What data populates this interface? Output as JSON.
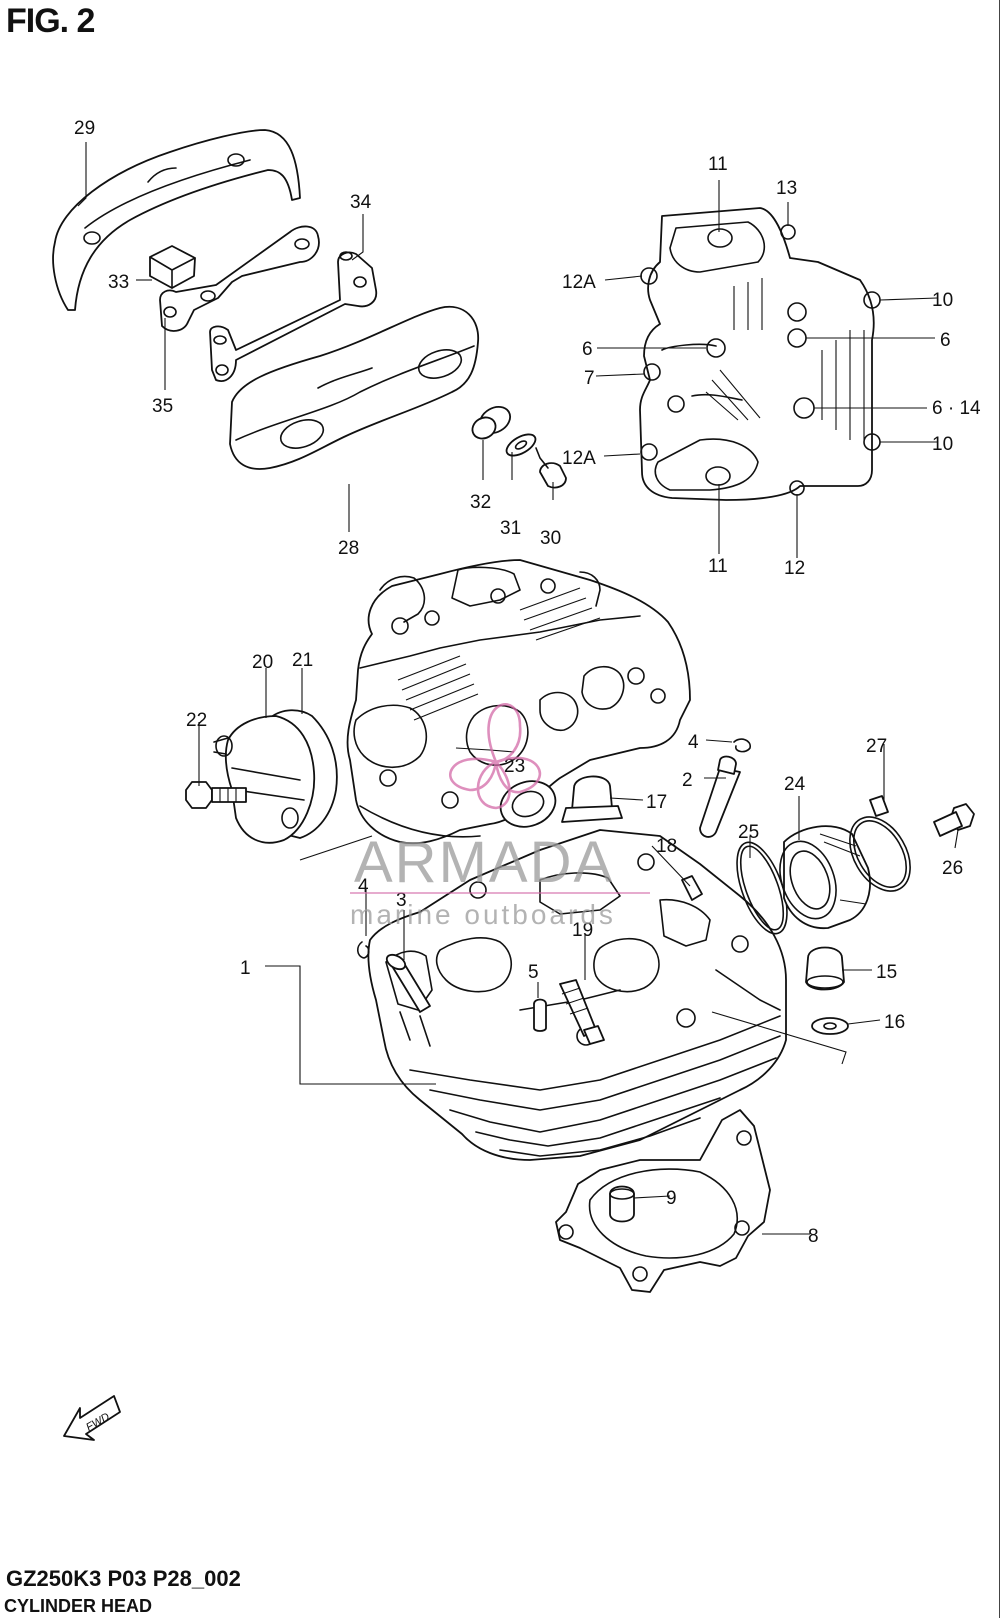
{
  "header": {
    "figure_label": "FIG. 2"
  },
  "footer": {
    "model_code": "GZ250K3 P03 P28_002",
    "assembly_name": "CYLINDER HEAD"
  },
  "watermark": {
    "brand": "ARMADA",
    "tagline": "marine outboards",
    "accent_color": "#d36aa8"
  },
  "fwd_arrow": {
    "label": "FWD"
  },
  "callouts": [
    {
      "id": "c29",
      "label": "29"
    },
    {
      "id": "c34",
      "label": "34"
    },
    {
      "id": "c33",
      "label": "33"
    },
    {
      "id": "c35",
      "label": "35"
    },
    {
      "id": "c28",
      "label": "28"
    },
    {
      "id": "c32",
      "label": "32"
    },
    {
      "id": "c31",
      "label": "31"
    },
    {
      "id": "c30",
      "label": "30"
    },
    {
      "id": "c11a",
      "label": "11"
    },
    {
      "id": "c13",
      "label": "13"
    },
    {
      "id": "c12Aa",
      "label": "12A"
    },
    {
      "id": "c10a",
      "label": "10"
    },
    {
      "id": "c6a",
      "label": "6"
    },
    {
      "id": "c6b",
      "label": "6"
    },
    {
      "id": "c7",
      "label": "7"
    },
    {
      "id": "c6c",
      "label": "6 · 14"
    },
    {
      "id": "c12Ab",
      "label": "12A"
    },
    {
      "id": "c10b",
      "label": "10"
    },
    {
      "id": "c11b",
      "label": "11"
    },
    {
      "id": "c12",
      "label": "12"
    },
    {
      "id": "c20",
      "label": "20"
    },
    {
      "id": "c21",
      "label": "21"
    },
    {
      "id": "c22",
      "label": "22"
    },
    {
      "id": "c23",
      "label": "23"
    },
    {
      "id": "c4a",
      "label": "4"
    },
    {
      "id": "c2",
      "label": "2"
    },
    {
      "id": "c27",
      "label": "27"
    },
    {
      "id": "c17",
      "label": "17"
    },
    {
      "id": "c24",
      "label": "24"
    },
    {
      "id": "c26",
      "label": "26"
    },
    {
      "id": "c25",
      "label": "25"
    },
    {
      "id": "c18",
      "label": "18"
    },
    {
      "id": "c4b",
      "label": "4"
    },
    {
      "id": "c3",
      "label": "3"
    },
    {
      "id": "c19",
      "label": "19"
    },
    {
      "id": "c1",
      "label": "1"
    },
    {
      "id": "c5",
      "label": "5"
    },
    {
      "id": "c15",
      "label": "15"
    },
    {
      "id": "c16",
      "label": "16"
    },
    {
      "id": "c9",
      "label": "9"
    },
    {
      "id": "c8",
      "label": "8"
    }
  ]
}
